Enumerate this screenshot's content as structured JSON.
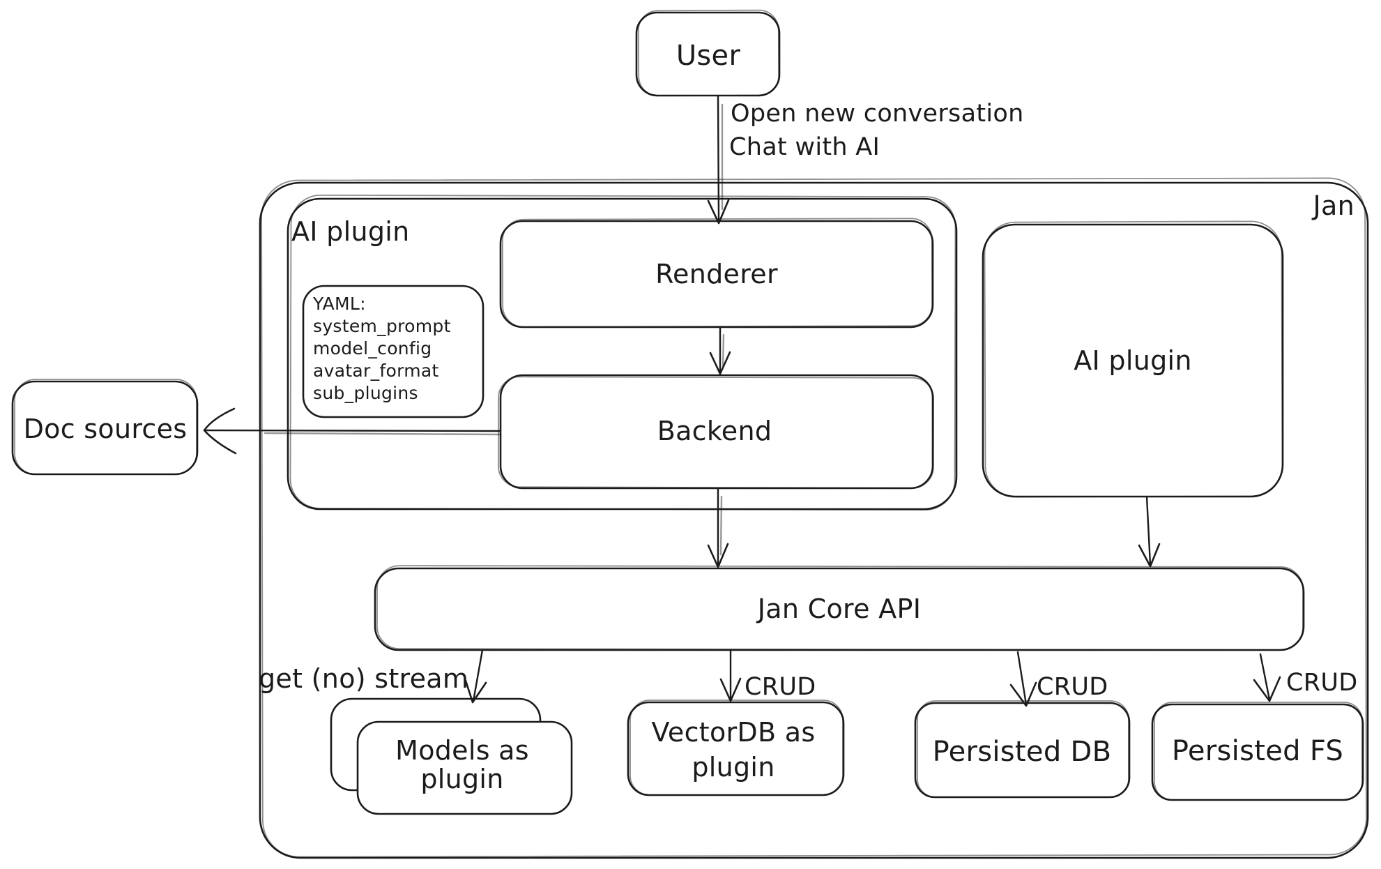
{
  "diagram": {
    "jan_label": "Jan",
    "colors": {
      "stroke": "#1b1b1b",
      "background": "#ffffff"
    },
    "nodes": {
      "user": {
        "label": "User"
      },
      "plugin_left": {
        "label": "AI plugin"
      },
      "renderer": {
        "label": "Renderer"
      },
      "backend": {
        "label": "Backend"
      },
      "yaml_note": {
        "lines": [
          "YAML:",
          "system_prompt",
          "model_config",
          "avatar_format",
          "sub_plugins"
        ]
      },
      "doc_sources": {
        "label": "Doc sources"
      },
      "plugin_right": {
        "label": "AI plugin"
      },
      "jan_core_api": {
        "label": "Jan Core API"
      },
      "models": {
        "line1": "Models as",
        "line2": "plugin"
      },
      "vectordb": {
        "line1": "VectorDB as",
        "line2": "plugin"
      },
      "persisted_db": {
        "label": "Persisted DB"
      },
      "persisted_fs": {
        "label": "Persisted FS"
      }
    },
    "edges": {
      "user_to_renderer": {
        "label_line1": "Open new conversation",
        "label_line2": "Chat with AI"
      },
      "core_to_models": {
        "label": "get (no) stream"
      },
      "core_to_vectordb": {
        "label": "CRUD"
      },
      "core_to_persisted_db": {
        "label": "CRUD"
      },
      "core_to_persisted_fs": {
        "label": "CRUD"
      }
    }
  }
}
